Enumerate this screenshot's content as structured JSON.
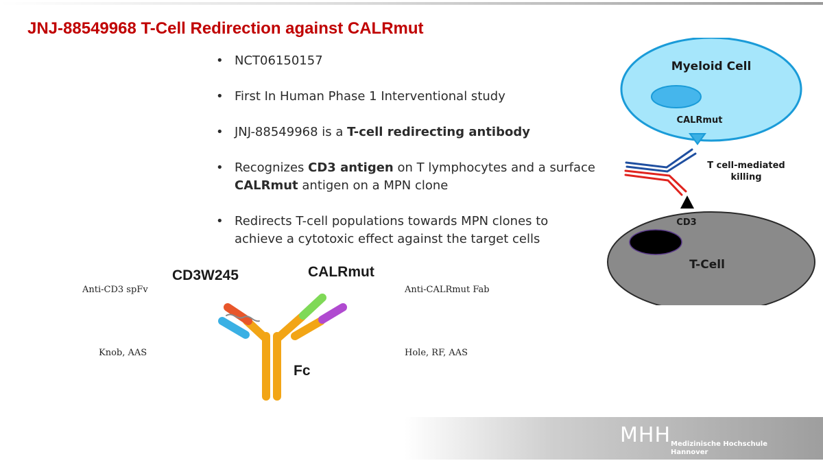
{
  "slide": {
    "title": "JNJ-88549968 T-Cell Redirection against CALRmut"
  },
  "bullets": [
    {
      "segments": [
        {
          "text": "NCT06150157",
          "bold": false
        }
      ]
    },
    {
      "segments": [
        {
          "text": "First In Human Phase 1 Interventional study",
          "bold": false
        }
      ]
    },
    {
      "segments": [
        {
          "text": "JNJ-88549968 is a ",
          "bold": false
        },
        {
          "text": "T-cell redirecting antibody",
          "bold": true
        }
      ]
    },
    {
      "segments": [
        {
          "text": "Recognizes ",
          "bold": false
        },
        {
          "text": "CD3 antigen",
          "bold": true
        },
        {
          "text": " on T lymphocytes and a surface ",
          "bold": false
        },
        {
          "text": "CALRmut",
          "bold": true
        },
        {
          "text": " antigen on a MPN clone",
          "bold": false
        }
      ]
    },
    {
      "segments": [
        {
          "text": "Redirects T-cell populations towards MPN clones to achieve a cytotoxic effect against the target cells",
          "bold": false
        }
      ]
    }
  ],
  "antibody": {
    "left_title": "CD3W245",
    "right_title": "CALRmut",
    "fc_label": "Fc",
    "left_arm_label": "Anti-CD3 spFv",
    "right_arm_label": "Anti-CALRmut Fab",
    "left_hinge_label": "Knob, AAS",
    "right_hinge_label": "Hole, RF, AAS",
    "colors": {
      "heavy_chain": "#f2a516",
      "anti_cd3_heavy": "#e8562a",
      "anti_cd3_light": "#3ab0e4",
      "anti_calr_heavy": "#7fd957",
      "anti_calr_light": "#b04ad0"
    }
  },
  "mechanism": {
    "myeloid_cell_label": "Myeloid Cell",
    "calrmut_label": "CALRmut",
    "killing_label_line1": "T cell-mediated",
    "killing_label_line2": "killing",
    "cd3_label": "CD3",
    "t_cell_label": "T-Cell",
    "colors": {
      "myeloid_fill": "#a6e6fb",
      "myeloid_stroke": "#1a9bd8",
      "tcell_fill": "#8a8a8a",
      "blue_chain": "#1f4fa0",
      "red_chain": "#e0231e"
    }
  },
  "footer": {
    "logo_mark": "MHH",
    "institution_line1": "Medizinische Hochschule",
    "institution_line2": "Hannover"
  }
}
